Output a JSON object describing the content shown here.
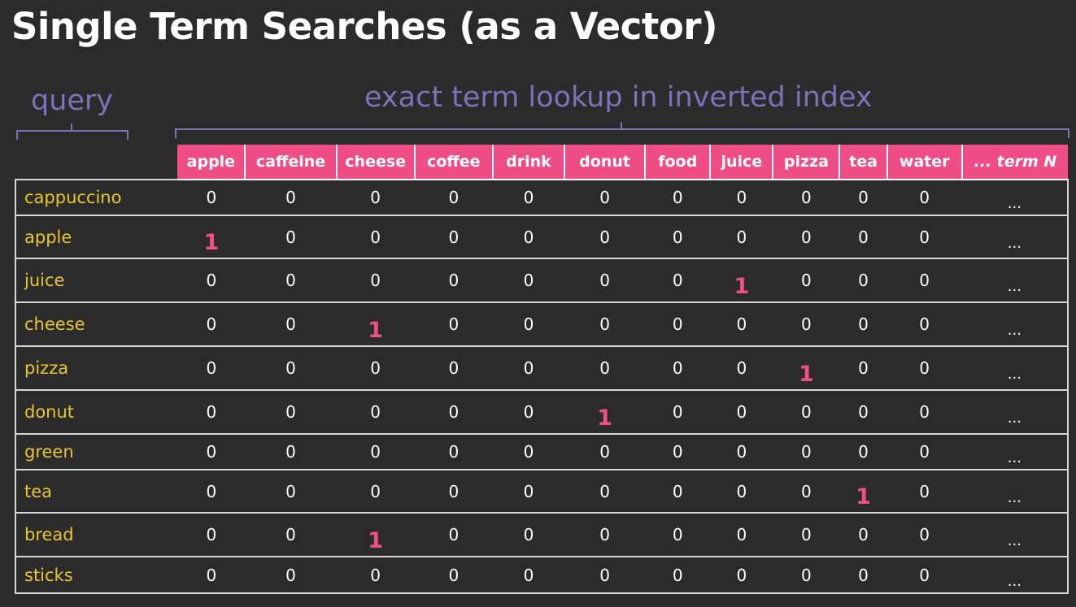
{
  "slide": {
    "title": "Single Term Searches (as a Vector)",
    "query_label": "query",
    "lookup_label": "exact term lookup in inverted index"
  },
  "terms": [
    "apple",
    "caffeine",
    "cheese",
    "coffee",
    "drink",
    "donut",
    "food",
    "juice",
    "pizza",
    "tea",
    "water",
    "... term N"
  ],
  "rows": [
    {
      "query": "cappuccino",
      "cells": [
        "0",
        "0",
        "0",
        "0",
        "0",
        "0",
        "0",
        "0",
        "0",
        "0",
        "0",
        "..."
      ]
    },
    {
      "query": "apple",
      "cells": [
        "1",
        "0",
        "0",
        "0",
        "0",
        "0",
        "0",
        "0",
        "0",
        "0",
        "0",
        "..."
      ]
    },
    {
      "query": "juice",
      "cells": [
        "0",
        "0",
        "0",
        "0",
        "0",
        "0",
        "0",
        "1",
        "0",
        "0",
        "0",
        "..."
      ]
    },
    {
      "query": "cheese",
      "cells": [
        "0",
        "0",
        "1",
        "0",
        "0",
        "0",
        "0",
        "0",
        "0",
        "0",
        "0",
        "..."
      ]
    },
    {
      "query": "pizza",
      "cells": [
        "0",
        "0",
        "0",
        "0",
        "0",
        "0",
        "0",
        "0",
        "1",
        "0",
        "0",
        "..."
      ]
    },
    {
      "query": "donut",
      "cells": [
        "0",
        "0",
        "0",
        "0",
        "0",
        "1",
        "0",
        "0",
        "0",
        "0",
        "0",
        "..."
      ]
    },
    {
      "query": "green",
      "cells": [
        "0",
        "0",
        "0",
        "0",
        "0",
        "0",
        "0",
        "0",
        "0",
        "0",
        "0",
        "..."
      ]
    },
    {
      "query": "tea",
      "cells": [
        "0",
        "0",
        "0",
        "0",
        "0",
        "0",
        "0",
        "0",
        "0",
        "1",
        "0",
        "..."
      ]
    },
    {
      "query": "bread",
      "cells": [
        "0",
        "0",
        "1",
        "0",
        "0",
        "0",
        "0",
        "0",
        "0",
        "0",
        "0",
        "..."
      ]
    },
    {
      "query": "sticks",
      "cells": [
        "0",
        "0",
        "0",
        "0",
        "0",
        "0",
        "0",
        "0",
        "0",
        "0",
        "0",
        "..."
      ]
    }
  ],
  "colors": {
    "background": "#2b2b2b",
    "header_fill": "#ee4d86",
    "bracket": "#7d72b8",
    "query_text": "#e8c532",
    "match_value": "#f0508a"
  }
}
